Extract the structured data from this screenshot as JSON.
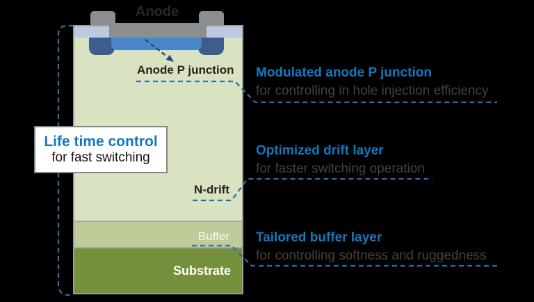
{
  "diagram": {
    "anode_label": "Anode",
    "layer_labels": {
      "anode_p_junction": "Anode P junction",
      "n_drift": "N-drift",
      "buffer": "Buffer",
      "substrate": "Substrate"
    }
  },
  "callout_box": {
    "title": "Life time control",
    "subtitle": "for fast switching"
  },
  "annotations": [
    {
      "title": "Modulated anode P junction",
      "subtitle": "for controlling in hole injection efficiency"
    },
    {
      "title": "Optimized drift layer",
      "subtitle": "for faster switching operation"
    },
    {
      "title": "Tailored buffer layer",
      "subtitle": "for controlling softness and ruggedness"
    }
  ],
  "colors": {
    "background": "#000000",
    "accent_blue": "#1478be",
    "annotation_body_text": "#48403a",
    "connector_blue": "#2a6cae",
    "n_drift_green": "#d9e2c1",
    "buffer_green": "#bfcb98",
    "substrate_green": "#75903c",
    "electrode_gray": "#8a8e91",
    "contact_lavender": "#bdc9e0",
    "p_well_blue": "#3d5d8d",
    "p_junction_blue": "#4886c8",
    "callout_border_gray": "#83878a"
  }
}
